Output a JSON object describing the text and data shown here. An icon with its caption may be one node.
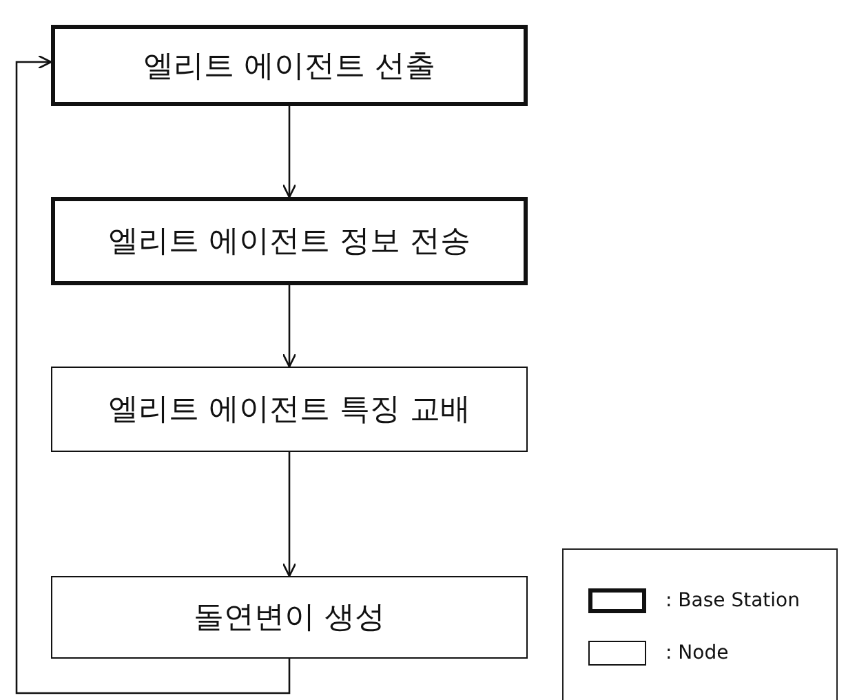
{
  "diagram": {
    "nodes": [
      {
        "text": [
          "엘리트 에이전트 선출"
        ]
      },
      {
        "text": [
          "엘리트 에이전트 정보 전송"
        ]
      },
      {
        "text": [
          "엘리트 에이전트 특징 교배"
        ]
      },
      {
        "text": [
          "돌연변이 생성"
        ]
      }
    ],
    "edges": [
      {
        "from": 0,
        "to": 1,
        "arrow": "to"
      },
      {
        "from": 1,
        "to": 2,
        "arrow": "to"
      },
      {
        "from": 2,
        "to": 3,
        "arrow": "to"
      },
      {
        "from": 3,
        "to": 0,
        "arrow": "to"
      }
    ],
    "legend": [
      {
        "text": ": Base Station"
      },
      {
        "text": ": Node"
      }
    ]
  }
}
